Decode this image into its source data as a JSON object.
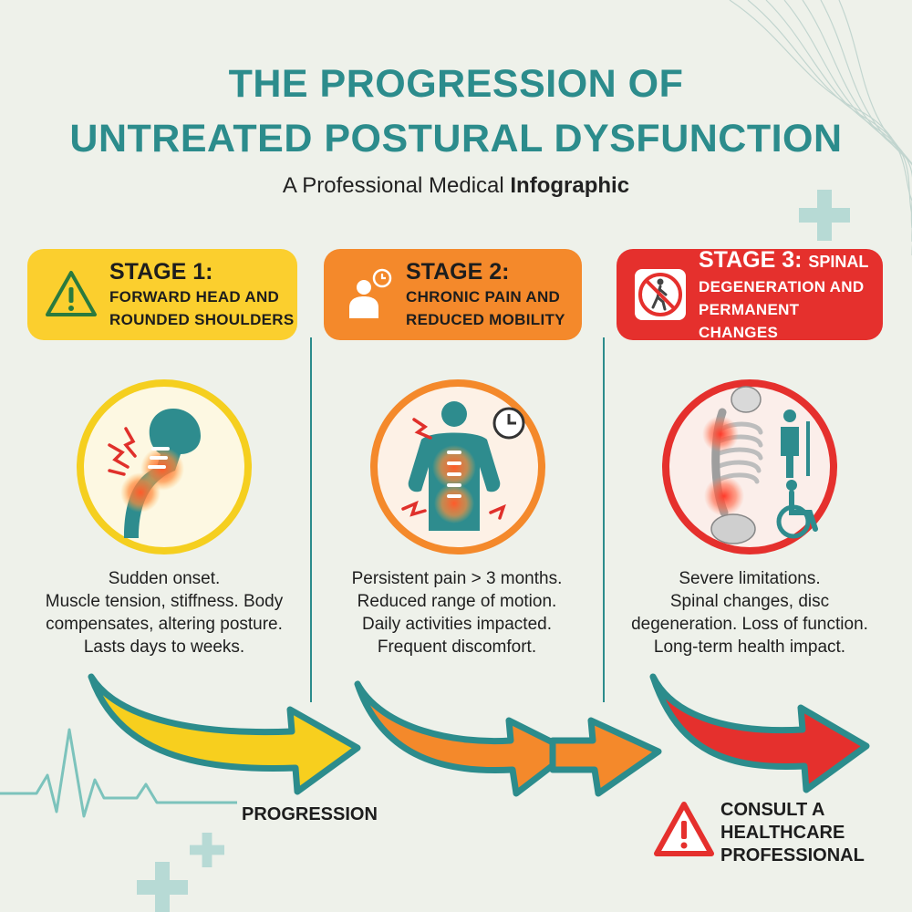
{
  "header": {
    "title_line1": "THE PROGRESSION OF",
    "title_line2": "UNTREATED POSTURAL DYSFUNCTION",
    "subtitle_prefix": "A Professional Medical ",
    "subtitle_bold": "Infographic"
  },
  "stages": [
    {
      "number": "STAGE 1:",
      "desc_line1": "FORWARD HEAD AND",
      "desc_line2": "ROUNDED SHOULDERS",
      "color": "#fbcf2e",
      "header_icon": "warning-icon",
      "illustration_icon": "neck-pain-icon",
      "text": [
        "Sudden onset.",
        "Muscle tension, stiffness. Body",
        "compensates, altering posture.",
        "Lasts days to weeks."
      ]
    },
    {
      "number": "STAGE 2:",
      "desc_line1": "CHRONIC PAIN AND",
      "desc_line2": "REDUCED MOBILITY",
      "color": "#f4892b",
      "header_icon": "person-clock-icon",
      "illustration_icon": "back-pain-icon",
      "text": [
        "Persistent pain > 3 months.",
        "Reduced range of motion.",
        "Daily activities impacted.",
        "Frequent discomfort."
      ]
    },
    {
      "number": "STAGE 3:",
      "number_suffix": "SPINAL",
      "desc_line1": "DEGENERATION AND",
      "desc_line2": "PERMANENT CHANGES",
      "color": "#e5302d",
      "header_icon": "no-walking-icon",
      "illustration_icon": "skeleton-disability-icon",
      "text": [
        "Severe limitations.",
        "Spinal changes, disc",
        "degeneration. Loss of function.",
        "Long-term health impact."
      ]
    }
  ],
  "footer": {
    "progression_label": "PROGRESSION",
    "consult_line1": "CONSULT A",
    "consult_line2": "HEALTHCARE",
    "consult_line3": "PROFESSIONAL"
  },
  "colors": {
    "teal": "#2c8c8c",
    "background": "#eef1ea"
  }
}
